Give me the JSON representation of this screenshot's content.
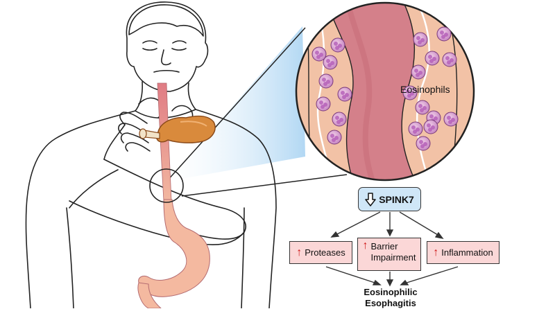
{
  "magnified_view": {
    "cell_label": "Eosinophils"
  },
  "pathway": {
    "gene": {
      "label": "SPINK7",
      "arrow_icon": "down-arrow-icon"
    },
    "effects": [
      {
        "label": "Proteases",
        "arrow_icon": "up-arrow-icon"
      },
      {
        "label_line1": "Barrier",
        "label_line2": "Impairment",
        "arrow_icon": "up-arrow-icon"
      },
      {
        "label": "Inflammation",
        "arrow_icon": "up-arrow-icon"
      }
    ],
    "outcome": {
      "line1": "Eosinophilic",
      "line2": "Esophagitis"
    }
  },
  "colors": {
    "tissue_pink": "#f4c5aa",
    "lumen_red": "#d88890",
    "effect_box_fill": "#fbd7d7",
    "gene_box_fill": "#cfe6f7",
    "up_arrow_red": "#d01818",
    "eosinophil_purple": "#b560b8",
    "light_beam_blue": "#a9d3f2"
  }
}
